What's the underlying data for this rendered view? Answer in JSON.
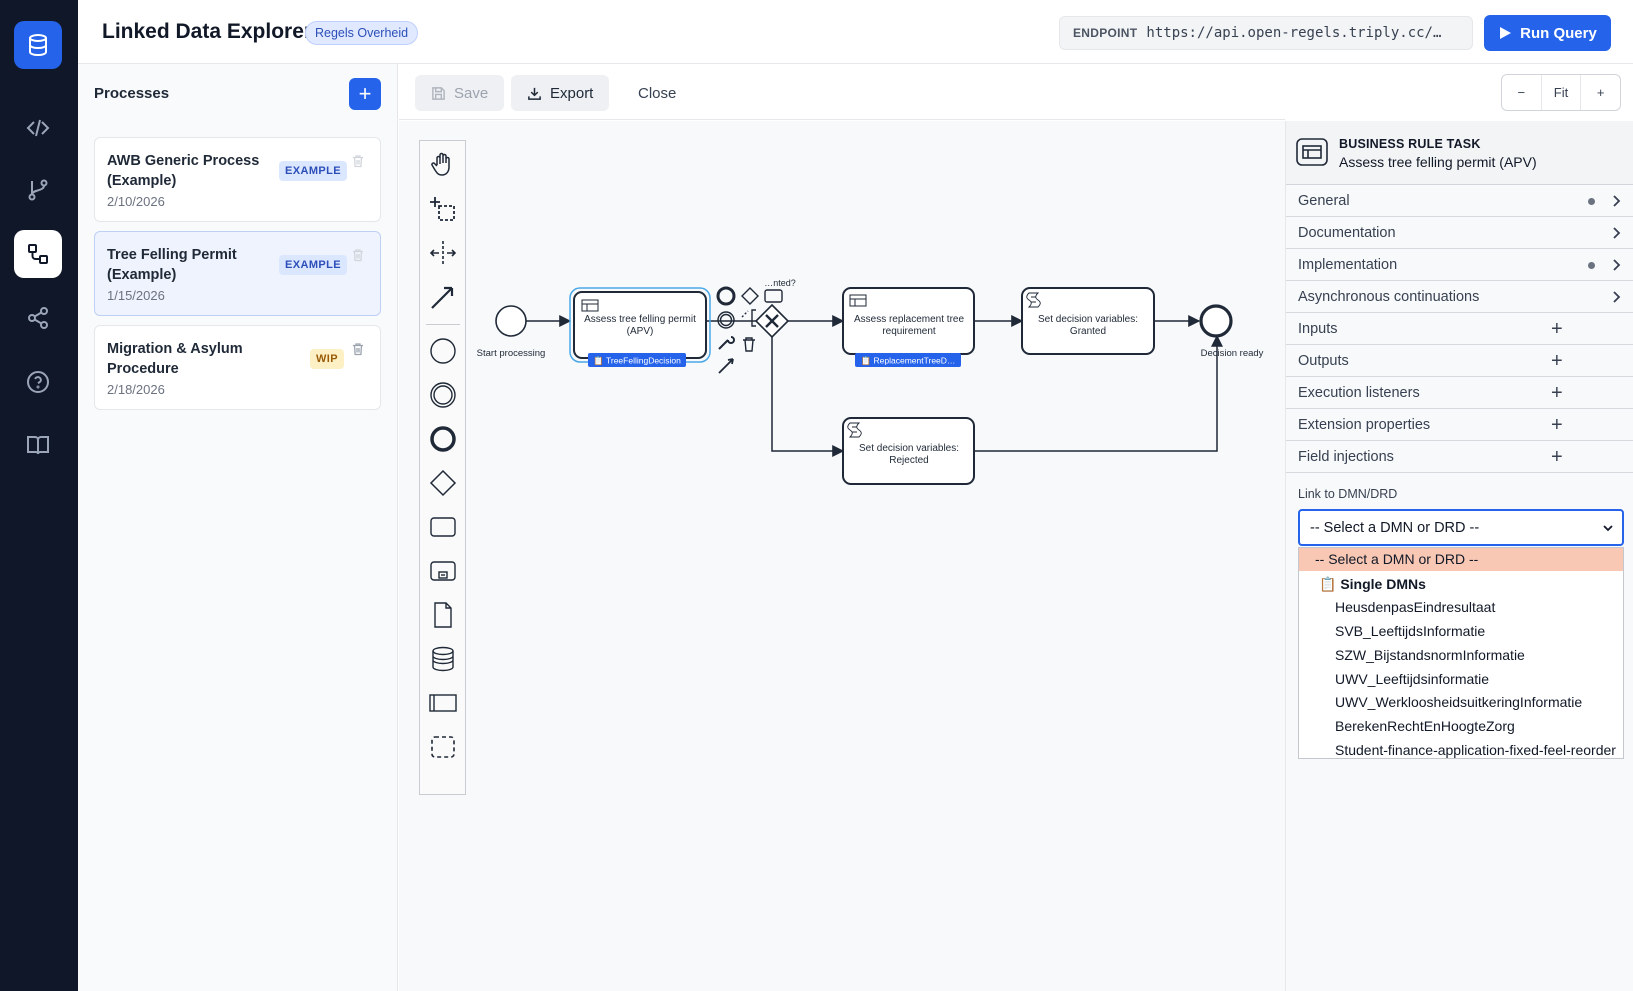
{
  "rail": {
    "items": [
      {
        "name": "database-icon",
        "active": true
      },
      {
        "name": "code-icon",
        "active": false
      },
      {
        "name": "git-branch-icon",
        "active": false
      },
      {
        "name": "process-flow-icon",
        "active": true
      },
      {
        "name": "share-icon",
        "active": false
      },
      {
        "name": "help-icon",
        "active": false
      },
      {
        "name": "book-icon",
        "active": false
      }
    ]
  },
  "header": {
    "title": "Linked Data Explorer",
    "badge": "Regels Overheid",
    "endpoint_label": "ENDPOINT",
    "endpoint_url": "https://api.open-regels.triply.cc/…",
    "run_label": "Run Query"
  },
  "processes": {
    "title": "Processes",
    "add_label": "+",
    "items": [
      {
        "name": "AWB Generic Process (Example)",
        "date": "2/10/2026",
        "tag": "EXAMPLE",
        "active": false
      },
      {
        "name": "Tree Felling Permit (Example)",
        "date": "1/15/2026",
        "tag": "EXAMPLE",
        "active": true
      },
      {
        "name": "Migration & Asylum Procedure",
        "date": "2/18/2026",
        "tag": "WIP",
        "active": false
      }
    ]
  },
  "toolbar": {
    "save_label": "Save",
    "export_label": "Export",
    "close_label": "Close",
    "zoom_out": "−",
    "zoom_fit": "Fit",
    "zoom_in": "+"
  },
  "diagram": {
    "start_label": "Start processing",
    "task1": "Assess tree felling permit (APV)",
    "task1_link": "TreeFellingDecision",
    "gateway_label": "…nted?",
    "task2": "Assess replacement tree requirement",
    "task2_link": "ReplacementTreeD…",
    "task3": "Set decision variables: Granted",
    "task4": "Set decision variables: Rejected",
    "end_label": "Decision ready"
  },
  "properties": {
    "type": "BUSINESS RULE TASK",
    "name": "Assess tree felling permit (APV)",
    "groups": [
      {
        "label": "General",
        "dot": true,
        "action": "chevron"
      },
      {
        "label": "Documentation",
        "dot": false,
        "action": "chevron"
      },
      {
        "label": "Implementation",
        "dot": true,
        "action": "chevron"
      },
      {
        "label": "Asynchronous continuations",
        "dot": false,
        "action": "chevron"
      },
      {
        "label": "Inputs",
        "dot": false,
        "action": "plus"
      },
      {
        "label": "Outputs",
        "dot": false,
        "action": "plus"
      },
      {
        "label": "Execution listeners",
        "dot": false,
        "action": "plus"
      },
      {
        "label": "Extension properties",
        "dot": false,
        "action": "plus"
      },
      {
        "label": "Field injections",
        "dot": false,
        "action": "plus"
      }
    ],
    "link_label": "Link to DMN/DRD",
    "select_value": "-- Select a DMN or DRD --",
    "options": [
      {
        "label": "-- Select a DMN or DRD --",
        "kind": "selected"
      },
      {
        "label": "📋 Single DMNs",
        "kind": "group"
      },
      {
        "label": "HeusdenpasEindresultaat",
        "kind": "child"
      },
      {
        "label": "SVB_LeeftijdsInformatie",
        "kind": "child"
      },
      {
        "label": "SZW_BijstandsnormInformatie",
        "kind": "child"
      },
      {
        "label": "UWV_Leeftijdsinformatie",
        "kind": "child"
      },
      {
        "label": "UWV_WerkloosheidsuitkeringInformatie",
        "kind": "child"
      },
      {
        "label": "BerekenRechtEnHoogteZorg",
        "kind": "child"
      },
      {
        "label": "Student-finance-application-fixed-feel-reorder",
        "kind": "child"
      }
    ]
  },
  "colors": {
    "accent": "#2563eb",
    "rail_bg": "#0f1729",
    "selected_option": "#f8c8b5"
  }
}
